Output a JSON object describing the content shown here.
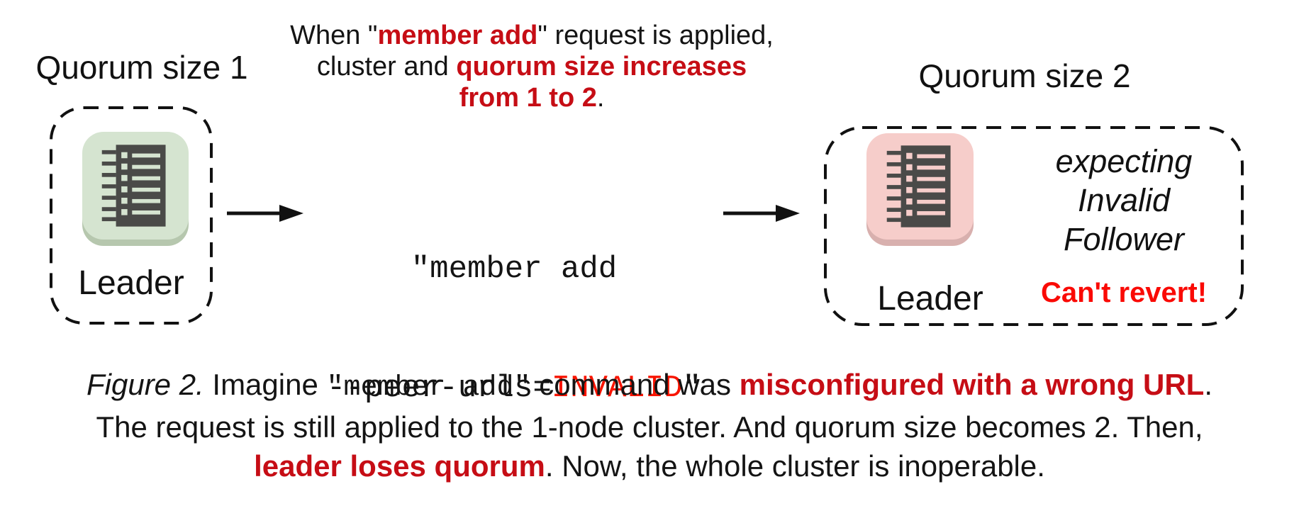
{
  "colors": {
    "text_black": "#141414",
    "bold_red": "#c60d15",
    "bright_red": "#f81400",
    "warning_red": "#fa0a05",
    "icon_dark": "#4a4a48",
    "green_node_bg": "#d5e4d0",
    "green_node_shadow": "#b6c7ae",
    "pink_node_bg": "#f6cdca",
    "pink_node_shadow": "#d8b0ae",
    "dashed_border": "#111111"
  },
  "left_cluster": {
    "title": "Quorum size 1",
    "node_label": "Leader"
  },
  "right_cluster": {
    "title": "Quorum size 2",
    "node_label": "Leader",
    "expecting_line1": "expecting",
    "expecting_line2": "Invalid",
    "expecting_line3": "Follower",
    "warning": "Can't revert!"
  },
  "annotation": {
    "line1_pre": "When \"",
    "line1_red": "member add",
    "line1_post": "\" request is applied,",
    "line2_pre": "cluster and ",
    "line2_red": "quorum size increases",
    "line3_red": "from 1 to 2",
    "line3_post": "."
  },
  "command": {
    "line1": "\"member add",
    "line2_pre": "--peer-urls=",
    "line2_red": "INVALID",
    "line2_post": "\""
  },
  "caption": {
    "fig_label": "Figure 2.",
    "l1_a": " Imagine ",
    "l1_code": "\"member add\"",
    "l1_b": " command was ",
    "l1_red": "misconfigured with a wrong URL",
    "l1_c": ".",
    "line2": "The request is still applied to the 1-node cluster. And quorum size becomes 2. Then,",
    "l3_red": "leader loses quorum",
    "l3_a": ". Now, the whole cluster is inoperable."
  }
}
